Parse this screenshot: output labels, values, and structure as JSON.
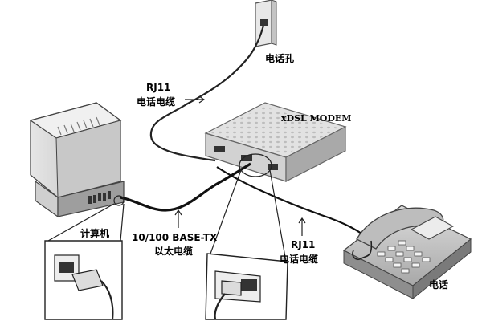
{
  "labels": {
    "wall_jack": "电话孔",
    "rj11_top_line1": "RJ11",
    "rj11_top_line2": "电话电缆",
    "modem": "xDSL MODEM",
    "computer": "计算机",
    "ethernet_line1": "10/100 BASE-TX",
    "ethernet_line2": "以太电缆",
    "rj11_bottom_line1": "RJ11",
    "rj11_bottom_line2": "电话电缆",
    "telephone": "电话"
  }
}
